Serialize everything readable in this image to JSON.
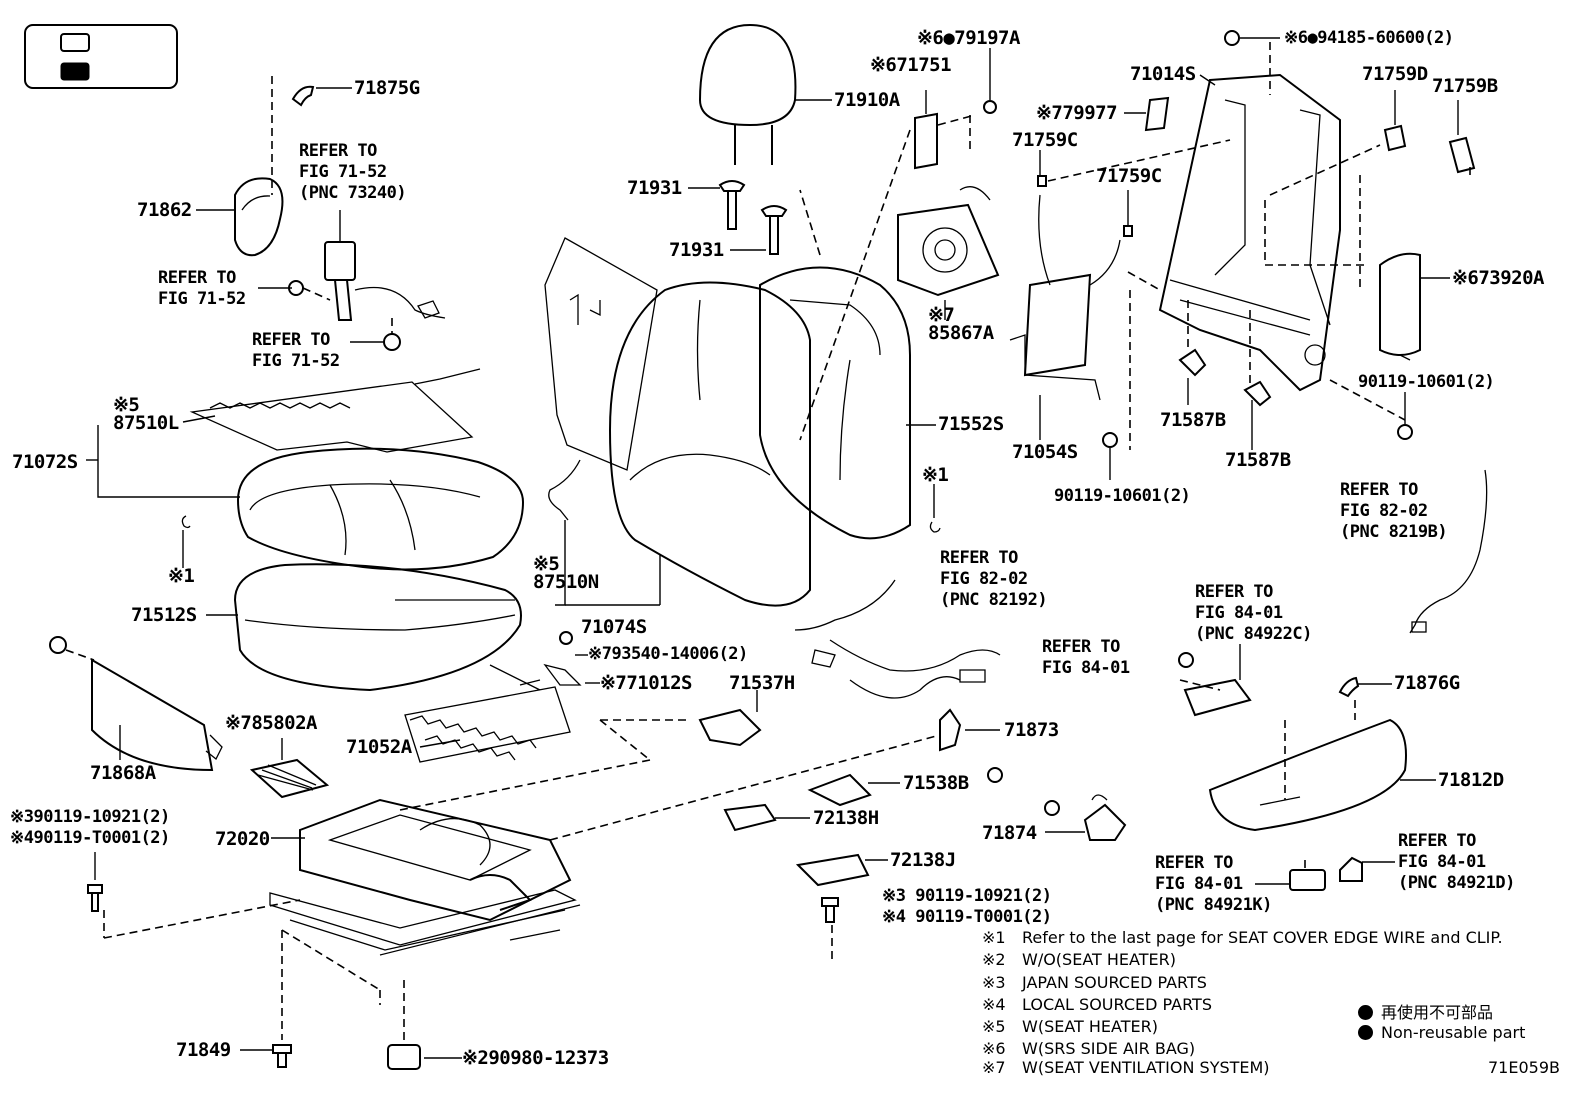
{
  "labels": [
    {
      "id": "71875G",
      "text": "71875G"
    },
    {
      "id": "71862",
      "text": "71862"
    },
    {
      "id": "refer-73240",
      "text": "REFER TO\nFIG 71-52\n(PNC 73240)"
    },
    {
      "id": "refer-7152a",
      "text": "REFER TO\nFIG 71-52"
    },
    {
      "id": "refer-7152b",
      "text": "REFER TO\nFIG 71-52"
    },
    {
      "id": "87510L",
      "text": "※5\n87510L"
    },
    {
      "id": "71072S",
      "text": "71072S"
    },
    {
      "id": "clip1a",
      "text": "※1"
    },
    {
      "id": "71512S",
      "text": "71512S"
    },
    {
      "id": "71868A",
      "text": "71868A"
    },
    {
      "id": "85802A",
      "text": "※785802A"
    },
    {
      "id": "72020",
      "text": "72020"
    },
    {
      "id": "9011910921a",
      "text": "※390119-10921(2)\n※490119-T0001(2)"
    },
    {
      "id": "71849",
      "text": "71849"
    },
    {
      "id": "90980",
      "text": "※290980-12373"
    },
    {
      "id": "71910A",
      "text": "71910A"
    },
    {
      "id": "71931a",
      "text": "71931"
    },
    {
      "id": "71931b",
      "text": "71931"
    },
    {
      "id": "87510N",
      "text": "※5\n87510N"
    },
    {
      "id": "71074S",
      "text": "71074S"
    },
    {
      "id": "93540",
      "text": "※793540-14006(2)"
    },
    {
      "id": "71012S",
      "text": "※771012S"
    },
    {
      "id": "71052A",
      "text": "71052A"
    },
    {
      "id": "71537H",
      "text": "71537H"
    },
    {
      "id": "72138H",
      "text": "72138H"
    },
    {
      "id": "71538B",
      "text": "71538B"
    },
    {
      "id": "72138J",
      "text": "72138J"
    },
    {
      "id": "9011910921b",
      "text": "※3 90119-10921(2)\n※4 90119-T0001(2)"
    },
    {
      "id": "79197A",
      "text": "※6●79197A"
    },
    {
      "id": "71751",
      "text": "※671751"
    },
    {
      "id": "85867A",
      "text": "※7\n85867A"
    },
    {
      "id": "71552S",
      "text": "71552S"
    },
    {
      "id": "clip1b",
      "text": "※1"
    },
    {
      "id": "refer-82192",
      "text": "REFER TO\nFIG 82-02\n(PNC 82192)"
    },
    {
      "id": "71873",
      "text": "71873"
    },
    {
      "id": "71874",
      "text": "71874"
    },
    {
      "id": "79977",
      "text": "※779977"
    },
    {
      "id": "71759Ca",
      "text": "71759C"
    },
    {
      "id": "71759Cb",
      "text": "71759C"
    },
    {
      "id": "71054S",
      "text": "71054S"
    },
    {
      "id": "9011910601a",
      "text": "90119-10601(2)"
    },
    {
      "id": "71014S",
      "text": "71014S"
    },
    {
      "id": "94185",
      "text": "※6●94185-60600(2)"
    },
    {
      "id": "71759D",
      "text": "71759D"
    },
    {
      "id": "71759B",
      "text": "71759B"
    },
    {
      "id": "73920A",
      "text": "※673920A"
    },
    {
      "id": "9011910601b",
      "text": "90119-10601(2)"
    },
    {
      "id": "71587Ba",
      "text": "71587B"
    },
    {
      "id": "71587Bb",
      "text": "71587B"
    },
    {
      "id": "refer-8219B",
      "text": "REFER TO\nFIG 82-02\n(PNC 8219B)"
    },
    {
      "id": "refer-84922C",
      "text": "REFER TO\nFIG 84-01\n(PNC 84922C)"
    },
    {
      "id": "refer-8401",
      "text": "REFER TO\nFIG 84-01"
    },
    {
      "id": "71876G",
      "text": "71876G"
    },
    {
      "id": "71812D",
      "text": "71812D"
    },
    {
      "id": "refer-84921K",
      "text": "REFER TO\nFIG 84-01\n(PNC 84921K)"
    },
    {
      "id": "refer-84921D",
      "text": "REFER TO\nFIG 84-01\n(PNC 84921D)"
    }
  ],
  "notes": [
    {
      "key": "※1",
      "text": "Refer to the last page for SEAT COVER EDGE WIRE and CLIP."
    },
    {
      "key": "※2",
      "text": "W/O(SEAT HEATER)"
    },
    {
      "key": "※3",
      "text": "JAPAN SOURCED PARTS"
    },
    {
      "key": "※4",
      "text": "LOCAL SOURCED PARTS"
    },
    {
      "key": "※5",
      "text": "W(SEAT HEATER)"
    },
    {
      "key": "※6",
      "text": "W(SRS SIDE AIR BAG)"
    },
    {
      "key": "※7",
      "text": "W(SEAT VENTILATION SYSTEM)"
    }
  ],
  "legend": [
    {
      "text": "再使用不可部品"
    },
    {
      "text": "Non-reusable part"
    }
  ],
  "figure_code": "71E059B"
}
